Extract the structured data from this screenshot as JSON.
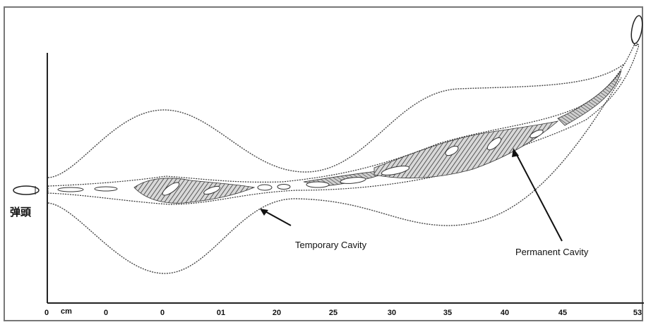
{
  "labels": {
    "bullet": "弹頭",
    "temporary_cavity": "Temporary Cavity",
    "permanent_cavity": "Permanent Cavity"
  },
  "axis": {
    "unit": "cm",
    "ticks": [
      "0",
      "0",
      "0",
      "01",
      "20",
      "25",
      "30",
      "35",
      "40",
      "45",
      "53"
    ]
  }
}
